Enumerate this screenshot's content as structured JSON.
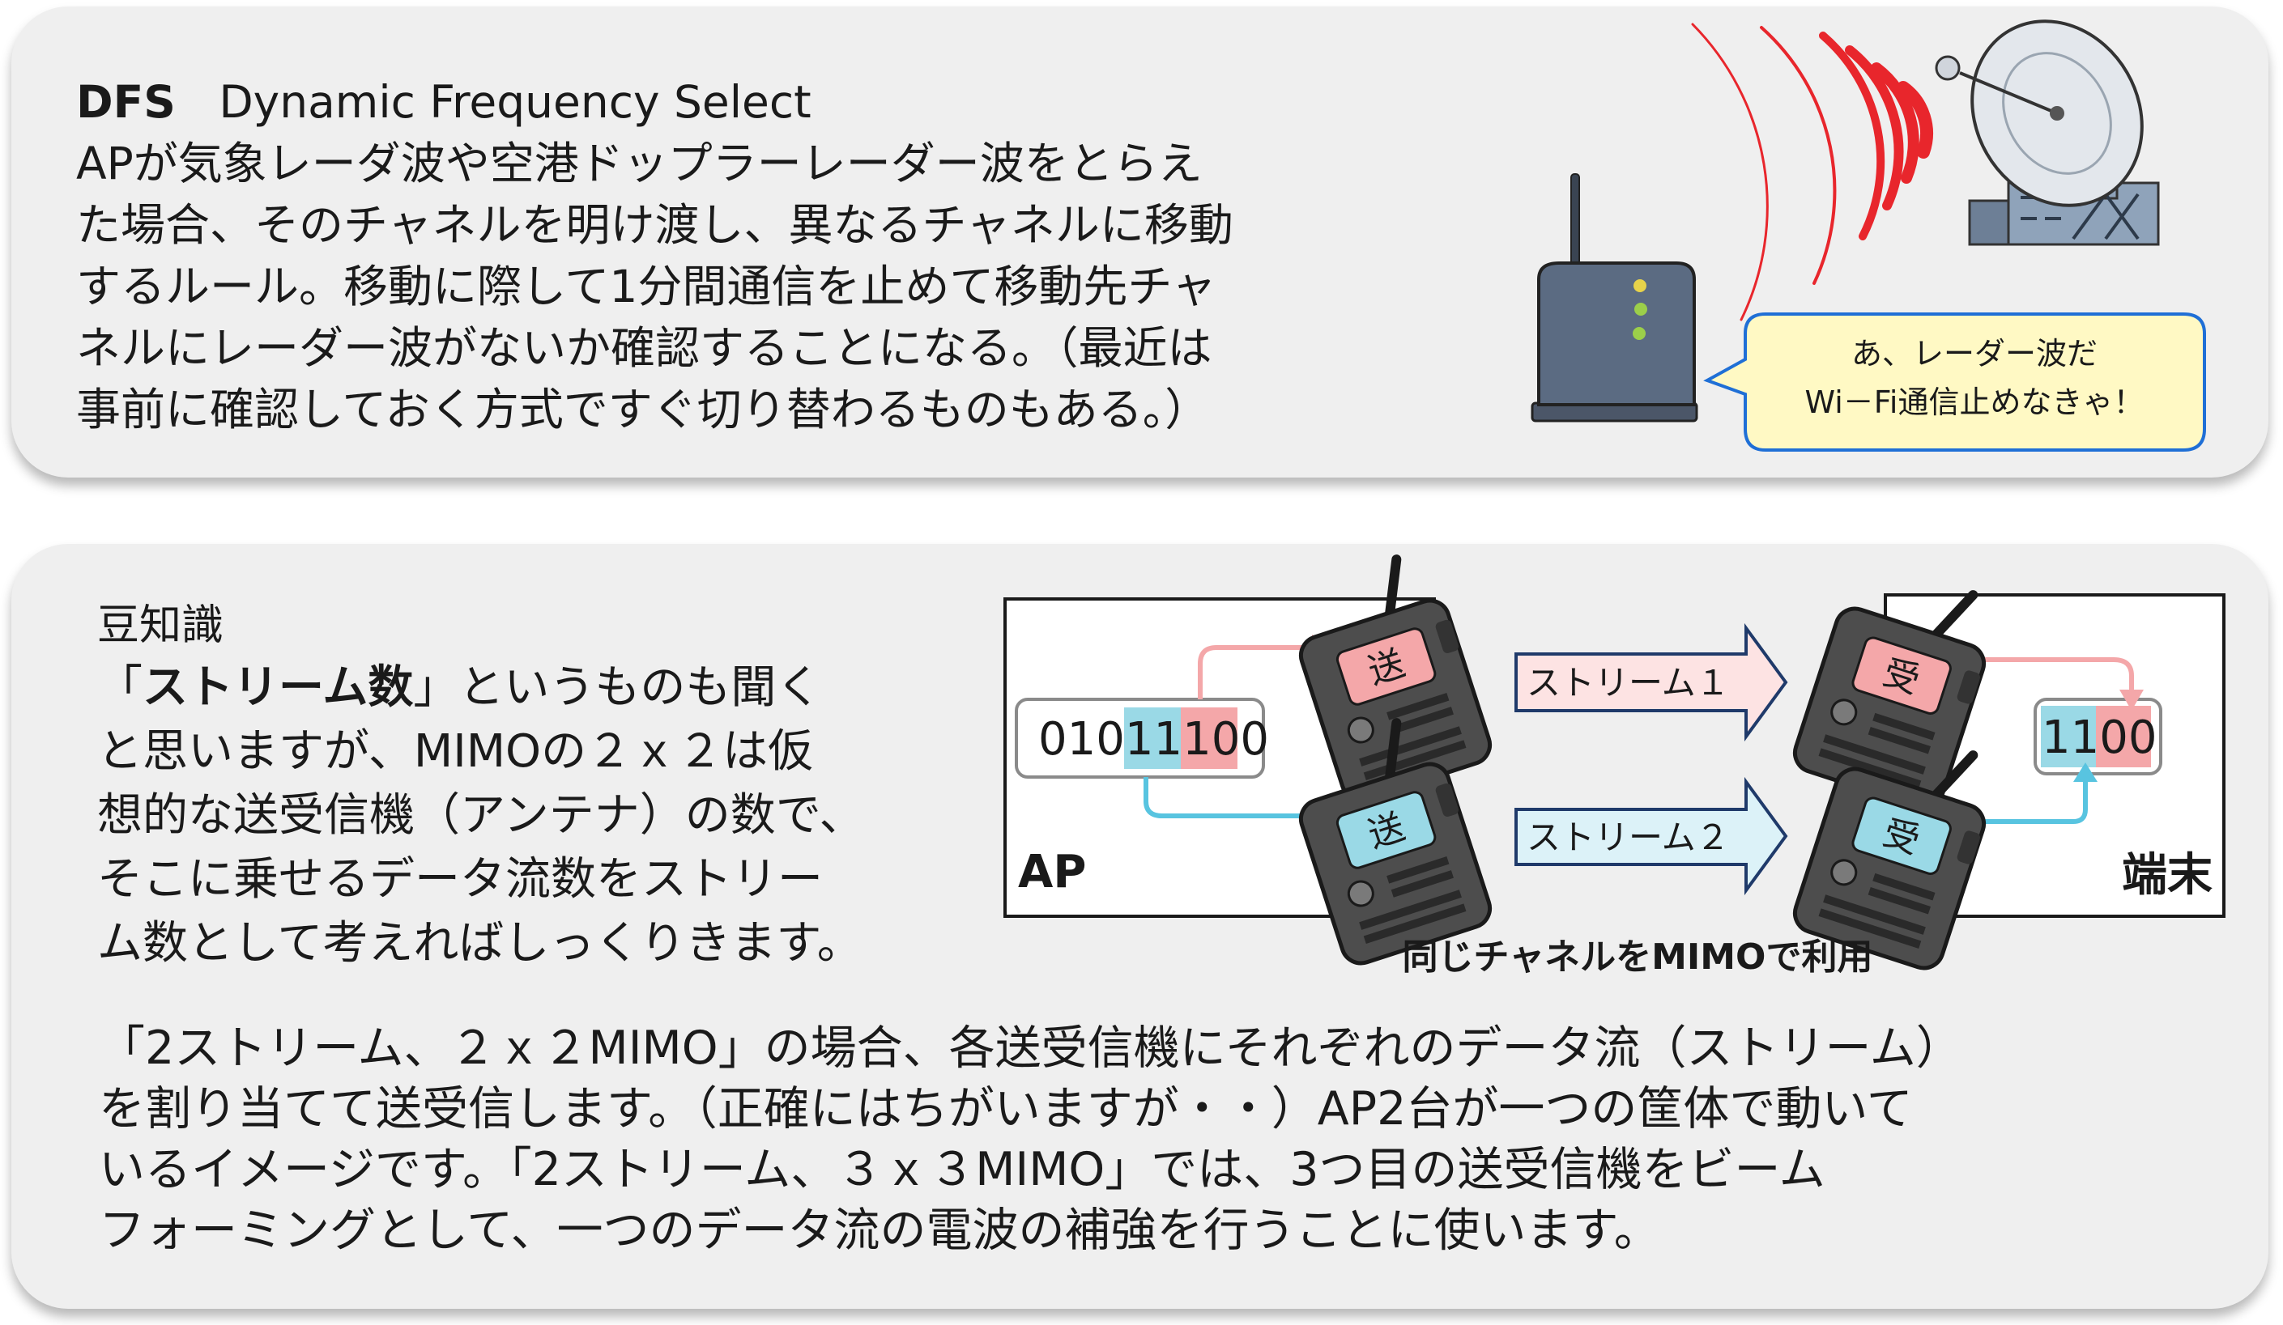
{
  "dfs": {
    "title_bold": "DFS",
    "title_rest": "Dynamic Frequency Select",
    "lines": [
      "APが気象レーダ波や空港ドップラーレーダー波をとらえ",
      "た場合、そのチャネルを明け渡し、異なるチャネルに移動",
      "するルール。移動に際して1分間通信を止めて移動先チャ",
      "ネルにレーダー波がないか確認することになる。（最近は",
      "事前に確認しておく方式ですぐ切り替わるものもある。）"
    ],
    "bubble_line1": "あ、レーダー波だ",
    "bubble_line2": "Wi－Fi通信止めなきゃ！"
  },
  "trivia": {
    "heading": "豆知識",
    "first_open": "「",
    "first_bold": "ストリーム数",
    "first_rest": "」というものも聞く",
    "lines": [
      "と思いますが、MIMOの２ｘ２は仮",
      "想的な送受信機（アンテナ）の数で、",
      "そこに乗せるデータ流数をストリー",
      "ム数として考えればしっくりきます。"
    ],
    "bottom_lines": [
      "「2ストリーム、２ｘ２MIMO」の場合、各送受信機にそれぞれのデータ流（ストリーム）",
      "を割り当てて送受信します。（正確にはちがいますが・・）AP2台が一つの筐体で動いて",
      "いるイメージです。「2ストリーム、３ｘ３MIMO」では、3つ目の送受信機をビーム",
      "フォーミングとして、一つのデータ流の電波の補強を行うことに使います。"
    ]
  },
  "diagram": {
    "ap_label": "AP",
    "terminal_label": "端末",
    "data_prefix": "0101",
    "data_blue": "11",
    "data_red": "00",
    "recv_blue": "11",
    "recv_red": "00",
    "send_label": "送",
    "recv_label": "受",
    "stream1": "ストリーム１",
    "stream2": "ストリーム２",
    "caption": "同じチャネルをMIMOで利用"
  },
  "colors": {
    "panel_bg": "#efefef",
    "bubble_bg": "#fff9c4",
    "bubble_border": "#1f6fd6",
    "pink": "#f4a7a9",
    "cyan": "#9ad9e6",
    "radar_red": "#e8262c",
    "router_blue": "#5b6b82"
  },
  "icons": [
    "radar-dish-icon",
    "router-icon",
    "radio-transceiver-icon"
  ]
}
